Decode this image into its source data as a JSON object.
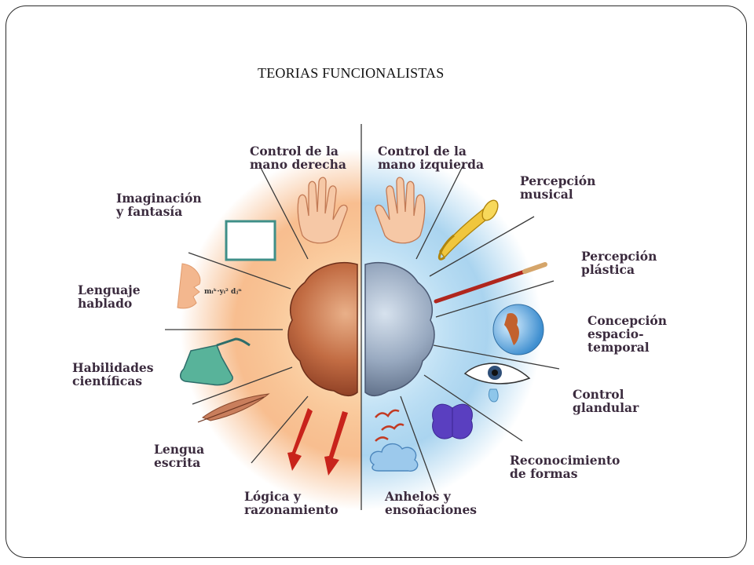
{
  "title": "TEORIAS FUNCIONALISTAS",
  "labels": {
    "left": {
      "mano_derecha": [
        "Control de la",
        "mano derecha"
      ],
      "imaginacion": [
        "Imaginación",
        "y fantasía"
      ],
      "lenguaje_hablado": [
        "Lenguaje",
        "hablado"
      ],
      "habilidades": [
        "Habilidades",
        "científicas"
      ],
      "lengua_escrita": [
        "Lengua",
        "escrita"
      ],
      "logica": [
        "Lógica y",
        "razonamiento"
      ]
    },
    "right": {
      "mano_izquierda": [
        "Control de la",
        "mano izquierda"
      ],
      "percepcion_musical": [
        "Percepción",
        "musical"
      ],
      "percepcion_plastica": [
        "Percepción",
        "plástica"
      ],
      "concepcion": [
        "Concepción",
        "espacio-",
        "temporal"
      ],
      "control_glandular": [
        "Control",
        "glandular"
      ],
      "reconocimiento": [
        "Reconocimiento",
        "de formas"
      ],
      "anhelos": [
        "Anhelos y",
        "ensoñaciones"
      ]
    }
  },
  "formula_text": "mᵢᵏ·yᵢ² dⱼⁿ",
  "colors": {
    "left_glow": "#f4a86a",
    "right_glow": "#8ec6ea",
    "left_hemisphere": "#b45a35",
    "right_hemisphere": "#8a9cb5",
    "label": "#3b2b3e",
    "arrow": "#c8231b",
    "butterfly": "#5a3fc0"
  }
}
